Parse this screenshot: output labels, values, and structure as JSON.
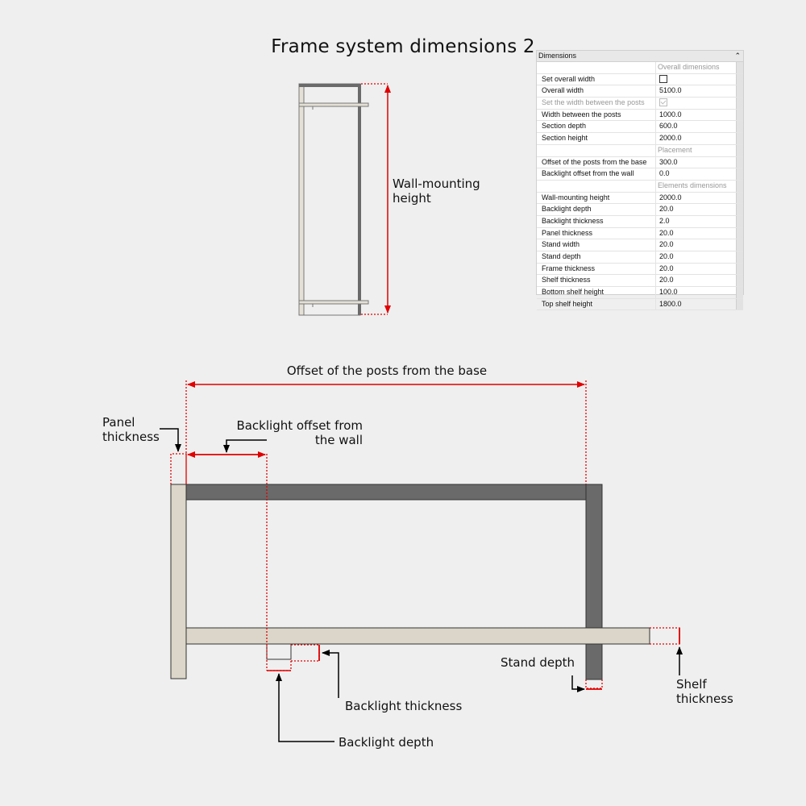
{
  "title": "Frame system dimensions 2",
  "labels": {
    "wall_mounting_height": "Wall-mounting\nheight",
    "offset_posts": "Offset of the posts from the base",
    "panel_thickness": "Panel\nthickness",
    "backlight_offset": "Backlight offset from\nthe wall",
    "stand_depth": "Stand depth",
    "shelf_thickness": "Shelf\nthickness",
    "backlight_thickness": "Backlight thickness",
    "backlight_depth": "Backlight depth"
  },
  "colors": {
    "dimension": "#e00000",
    "frame": "#6a6a6a",
    "panel": "#dbd6c9",
    "outline": "#333333"
  },
  "properties": {
    "header": "Dimensions",
    "rows": [
      {
        "label": "",
        "value": "Overall dimensions",
        "type": "section"
      },
      {
        "label": "Set overall width",
        "value": "",
        "type": "checkbox",
        "checked": false
      },
      {
        "label": "Overall width",
        "value": "5100.0",
        "type": "value"
      },
      {
        "label": "Set the width between the posts",
        "value": "",
        "type": "checkbox-disabled",
        "checked": true
      },
      {
        "label": "Width between the posts",
        "value": "1000.0",
        "type": "value"
      },
      {
        "label": "Section depth",
        "value": "600.0",
        "type": "value"
      },
      {
        "label": "Section height",
        "value": "2000.0",
        "type": "value"
      },
      {
        "label": "",
        "value": "Placement",
        "type": "section"
      },
      {
        "label": "Offset of the posts from the base",
        "value": "300.0",
        "type": "value"
      },
      {
        "label": "Backlight offset from the wall",
        "value": "0.0",
        "type": "value"
      },
      {
        "label": "",
        "value": "Elements dimensions",
        "type": "section"
      },
      {
        "label": "Wall-mounting height",
        "value": "2000.0",
        "type": "value"
      },
      {
        "label": "Backlight depth",
        "value": "20.0",
        "type": "value"
      },
      {
        "label": "Backlight thickness",
        "value": "2.0",
        "type": "value"
      },
      {
        "label": "Panel thickness",
        "value": "20.0",
        "type": "value"
      },
      {
        "label": "Stand width",
        "value": "20.0",
        "type": "value"
      },
      {
        "label": "Stand depth",
        "value": "20.0",
        "type": "value"
      },
      {
        "label": "Frame thickness",
        "value": "20.0",
        "type": "value"
      },
      {
        "label": "Shelf thickness",
        "value": "20.0",
        "type": "value"
      },
      {
        "label": "Bottom shelf height",
        "value": "100.0",
        "type": "value"
      },
      {
        "label": "Top shelf height",
        "value": "1800.0",
        "type": "value"
      }
    ]
  }
}
